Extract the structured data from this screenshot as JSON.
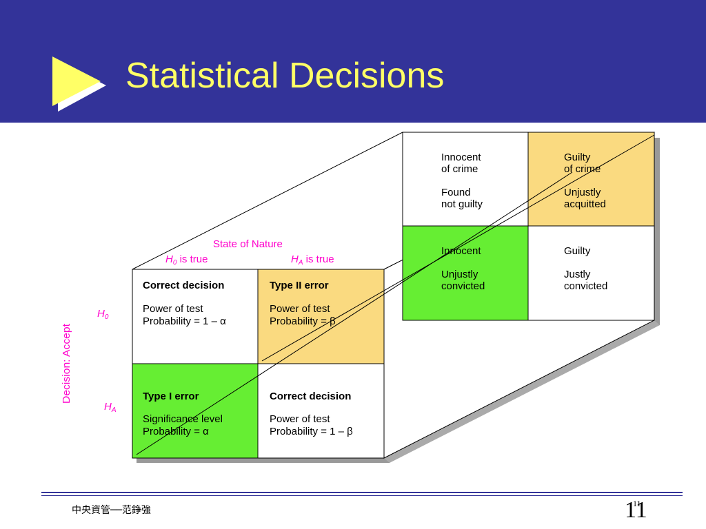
{
  "slide": {
    "title": "Statistical Decisions",
    "footer": "中央資管──范錚強",
    "page_number": "11",
    "page_number_small": "11"
  },
  "colors": {
    "header_bg": "#333399",
    "title": "#ffff66",
    "green": "#66ee33",
    "tan": "#fada80",
    "pink_label": "#ff00cc"
  },
  "front": {
    "state_of_nature": "State of Nature",
    "col_h0_prefix": "H",
    "col_h0_sub": "0",
    "col_h0_suffix": " is true",
    "col_ha_prefix": "H",
    "col_ha_sub": "A",
    "col_ha_suffix": " is true",
    "decision_label": "Decision: Accept",
    "row_h0_prefix": "H",
    "row_h0_sub": "0",
    "row_ha_prefix": "H",
    "row_ha_sub": "A",
    "cells": {
      "tl": {
        "title": "Correct decision",
        "line1": "Power of test",
        "line2": "Probability = 1 – α"
      },
      "tr": {
        "title": "Type II error",
        "line1": "Power of test",
        "line2": "Probability = β"
      },
      "bl": {
        "title": "Type I error",
        "line1": "Significance level",
        "line2": "Probability = α"
      },
      "br": {
        "title": "Correct decision",
        "line1": "Power of test",
        "line2": "Probability = 1 – β"
      }
    }
  },
  "back": {
    "cells": {
      "tl": {
        "line1": "Innocent",
        "line2": "of crime",
        "line3": "Found",
        "line4": "not guilty"
      },
      "tr": {
        "line1": "Guilty",
        "line2": "of crime",
        "line3": "Unjustly",
        "line4": "acquitted"
      },
      "bl": {
        "line1": "Innocent",
        "line2": "Unjustly",
        "line3": "convicted"
      },
      "br": {
        "line1": "Guilty",
        "line2": "Justly",
        "line3": "convicted"
      }
    }
  }
}
